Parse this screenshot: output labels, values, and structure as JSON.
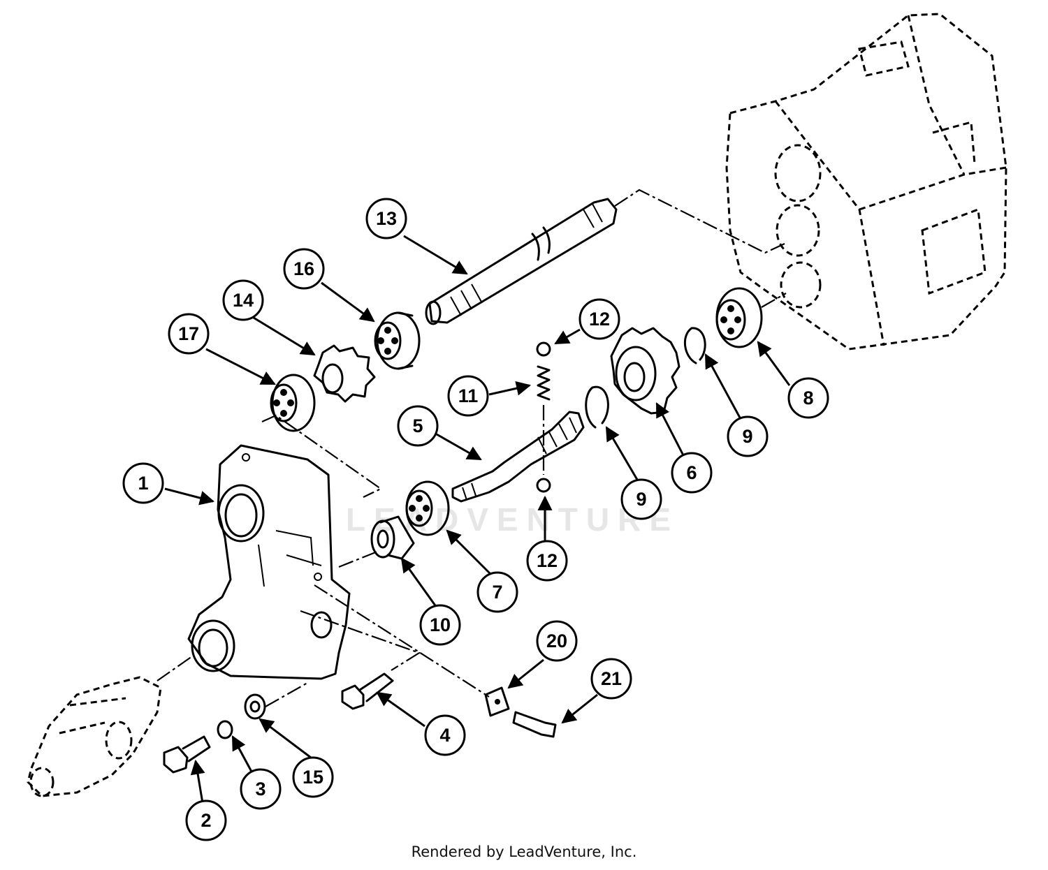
{
  "watermark": "LEADVENTURE",
  "footer": "Rendered by LeadVenture, Inc.",
  "callouts": [
    {
      "id": "callout-1",
      "label": "1"
    },
    {
      "id": "callout-2",
      "label": "2"
    },
    {
      "id": "callout-3",
      "label": "3"
    },
    {
      "id": "callout-4",
      "label": "4"
    },
    {
      "id": "callout-5",
      "label": "5"
    },
    {
      "id": "callout-6",
      "label": "6"
    },
    {
      "id": "callout-7",
      "label": "7"
    },
    {
      "id": "callout-8",
      "label": "8"
    },
    {
      "id": "callout-9a",
      "label": "9"
    },
    {
      "id": "callout-9b",
      "label": "9"
    },
    {
      "id": "callout-10",
      "label": "10"
    },
    {
      "id": "callout-11",
      "label": "11"
    },
    {
      "id": "callout-12a",
      "label": "12"
    },
    {
      "id": "callout-12b",
      "label": "12"
    },
    {
      "id": "callout-13",
      "label": "13"
    },
    {
      "id": "callout-14",
      "label": "14"
    },
    {
      "id": "callout-15",
      "label": "15"
    },
    {
      "id": "callout-16",
      "label": "16"
    },
    {
      "id": "callout-17",
      "label": "17"
    },
    {
      "id": "callout-20",
      "label": "20"
    },
    {
      "id": "callout-21",
      "label": "21"
    }
  ]
}
